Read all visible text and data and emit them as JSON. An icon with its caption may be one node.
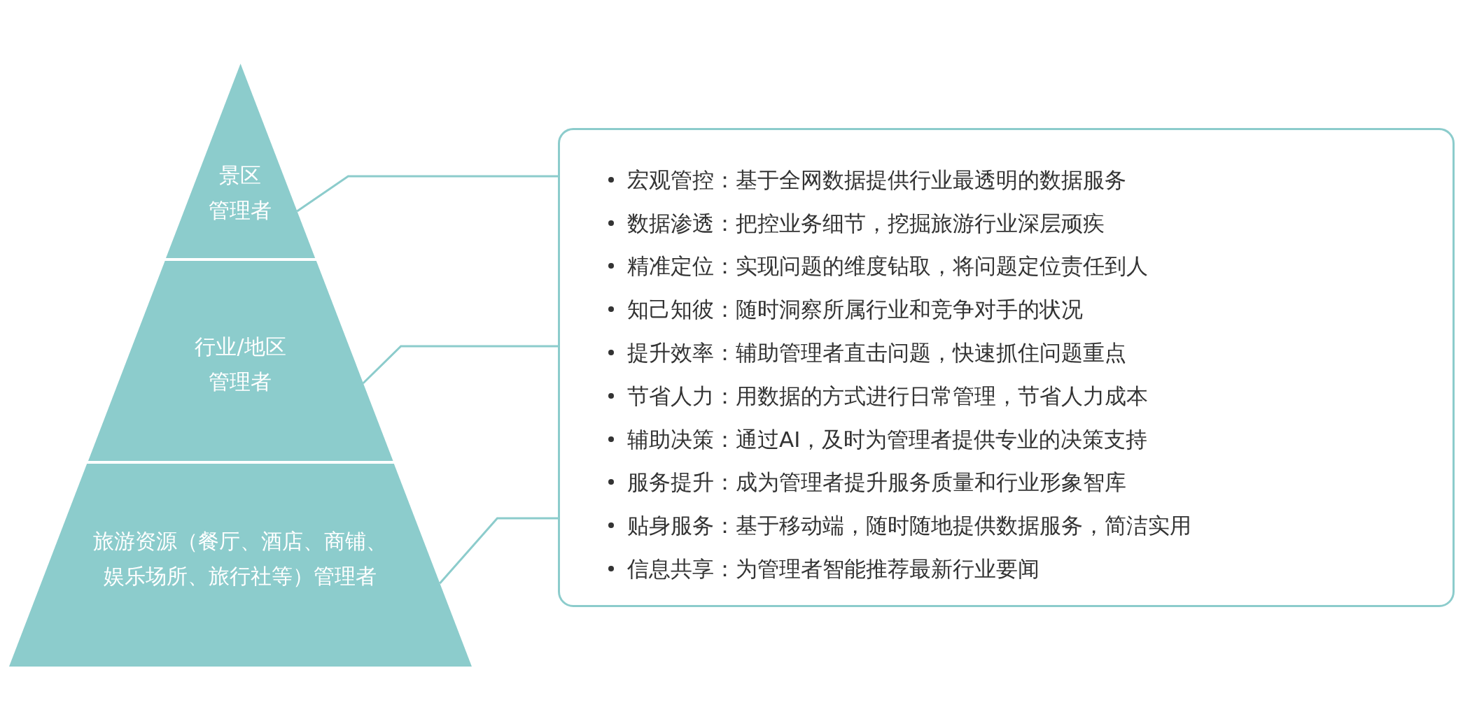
{
  "diagram": {
    "nodes": [
      {
        "text": [
          "景区管理者"
        ]
      },
      {
        "text": [
          "行业/地区管理者"
        ]
      },
      {
        "text": [
          "旅游资源（餐厅、酒店、商铺、娱乐场所、旅行社等）管理者"
        ]
      },
      {
        "text": [
          "宏观管控：基于全网数据提供行业最透明的数据服务",
          "数据渗透：把控业务细节，挖掘旅游行业深层顽疾",
          "精准定位：实现问题的维度钻取，将问题定位责任到人",
          "知己知彼：随时洞察所属行业和竞争对手的状况",
          "提升效率：辅助管理者直击问题，快速抓住问题重点",
          "节省人力：用数据的方式进行日常管理，节省人力成本",
          "辅助决策：通过AI，及时为管理者提供专业的决策支持",
          "服务提升：成为管理者提升服务质量和行业形象智库",
          "贴身服务：基于移动端，随时随地提供数据服务，简洁实用",
          "信息共享：为管理者智能推荐最新行业要闻"
        ]
      }
    ],
    "edges": [
      {
        "from": 0,
        "to": 3,
        "arrow": "none"
      },
      {
        "from": 1,
        "to": 3,
        "arrow": "none"
      },
      {
        "from": 2,
        "to": 3,
        "arrow": "none"
      }
    ]
  }
}
